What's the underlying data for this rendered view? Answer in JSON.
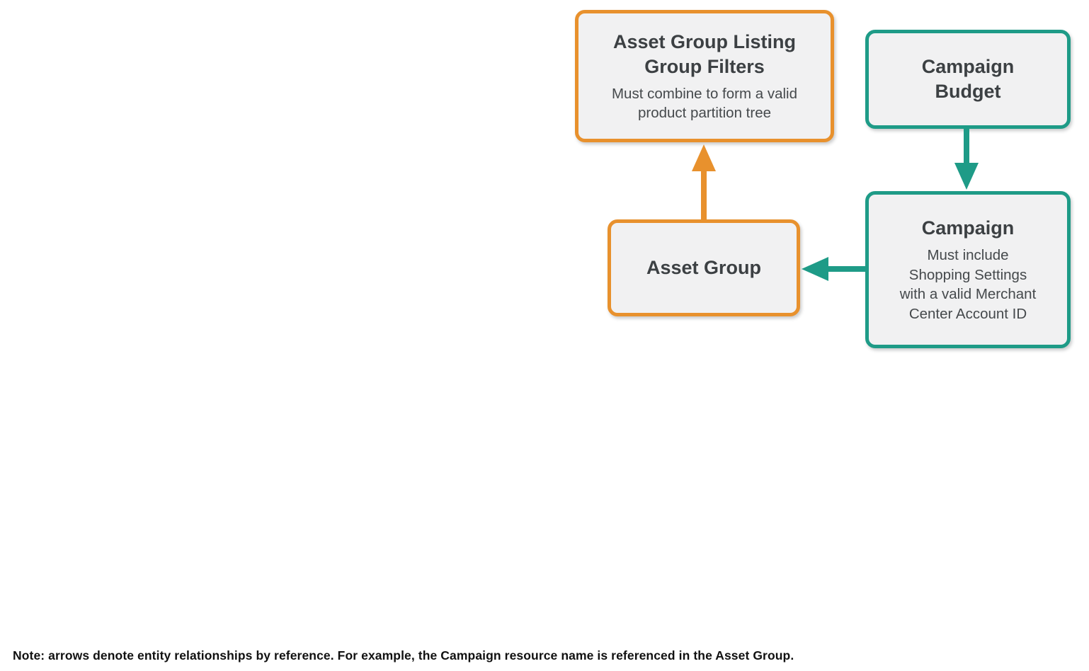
{
  "diagram": {
    "nodes": {
      "listing_filters": {
        "title": [
          "Asset Group Listing",
          "Group Filters"
        ],
        "subtitle": [
          "Must combine to form a valid",
          "product partition tree"
        ],
        "accent_color": "#E8912D"
      },
      "campaign_budget": {
        "title": [
          "Campaign",
          "Budget"
        ],
        "accent_color": "#1E9B87"
      },
      "asset_group": {
        "title": [
          "Asset Group"
        ],
        "accent_color": "#E8912D"
      },
      "campaign": {
        "title": [
          "Campaign"
        ],
        "subtitle": [
          "Must include",
          "Shopping Settings",
          "with a valid Merchant",
          "Center Account ID"
        ],
        "accent_color": "#1E9B87"
      }
    },
    "edges": [
      {
        "from": "asset_group",
        "to": "listing_filters",
        "direction": "up",
        "color": "#E8912D"
      },
      {
        "from": "campaign_budget",
        "to": "campaign",
        "direction": "down",
        "color": "#1E9B87"
      },
      {
        "from": "campaign",
        "to": "asset_group",
        "direction": "left",
        "color": "#1E9B87"
      }
    ],
    "colors": {
      "orange_accent": "#E8912D",
      "teal_accent": "#1E9B87",
      "box_fill": "#F1F1F2",
      "title_text": "#3C4043",
      "subtitle_text": "#45494C",
      "note_text": "#111111",
      "background": "#FFFFFF"
    }
  },
  "note": {
    "text": "Note: arrows denote entity relationships by reference. For example, the Campaign resource name is referenced in the Asset Group."
  }
}
